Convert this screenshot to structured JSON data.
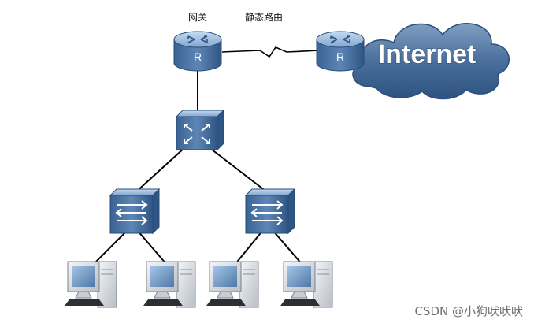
{
  "labels": {
    "gateway": "网关",
    "static_route": "静态路由",
    "internet": "Internet",
    "router_mark": "R"
  },
  "watermark": "CSDN @小狗吠吠吠",
  "colors": {
    "device_top": "#8fb3d9",
    "device_side": "#3f6898",
    "cloud": "#3e6592",
    "link": "#000000"
  },
  "nodes": [
    {
      "id": "gateway-router",
      "type": "router",
      "label": "网关"
    },
    {
      "id": "internet-router",
      "type": "router"
    },
    {
      "id": "internet-cloud",
      "type": "cloud",
      "label": "Internet"
    },
    {
      "id": "core-switch",
      "type": "l3-switch"
    },
    {
      "id": "access-switch-left",
      "type": "switch"
    },
    {
      "id": "access-switch-right",
      "type": "switch"
    },
    {
      "id": "pc-1",
      "type": "pc"
    },
    {
      "id": "pc-2",
      "type": "pc"
    },
    {
      "id": "pc-3",
      "type": "pc"
    },
    {
      "id": "pc-4",
      "type": "pc"
    }
  ],
  "links": [
    {
      "from": "gateway-router",
      "to": "internet-router",
      "label": "静态路由",
      "style": "serial"
    },
    {
      "from": "gateway-router",
      "to": "core-switch"
    },
    {
      "from": "core-switch",
      "to": "access-switch-left"
    },
    {
      "from": "core-switch",
      "to": "access-switch-right"
    },
    {
      "from": "access-switch-left",
      "to": "pc-1"
    },
    {
      "from": "access-switch-left",
      "to": "pc-2"
    },
    {
      "from": "access-switch-right",
      "to": "pc-3"
    },
    {
      "from": "access-switch-right",
      "to": "pc-4"
    }
  ]
}
